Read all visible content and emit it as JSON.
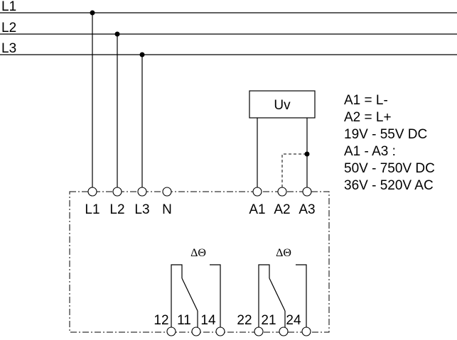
{
  "lines": {
    "l1": "L1",
    "l2": "L2",
    "l3": "L3"
  },
  "supply_box": {
    "label": "Uv"
  },
  "terminals": {
    "l1": "L1",
    "l2": "L2",
    "l3": "L3",
    "n": "N",
    "a1": "A1",
    "a2": "A2",
    "a3": "A3"
  },
  "relay1": {
    "symbol": "ΔΘ",
    "t12": "12",
    "t11": "11",
    "t14": "14"
  },
  "relay2": {
    "symbol": "ΔΘ",
    "t22": "22",
    "t21": "21",
    "t24": "24"
  },
  "notes": [
    "A1 = L-",
    "A2 = L+",
    "19V - 55V DC",
    "A1 - A3 :",
    "50V - 750V DC",
    "36V - 520V AC"
  ]
}
